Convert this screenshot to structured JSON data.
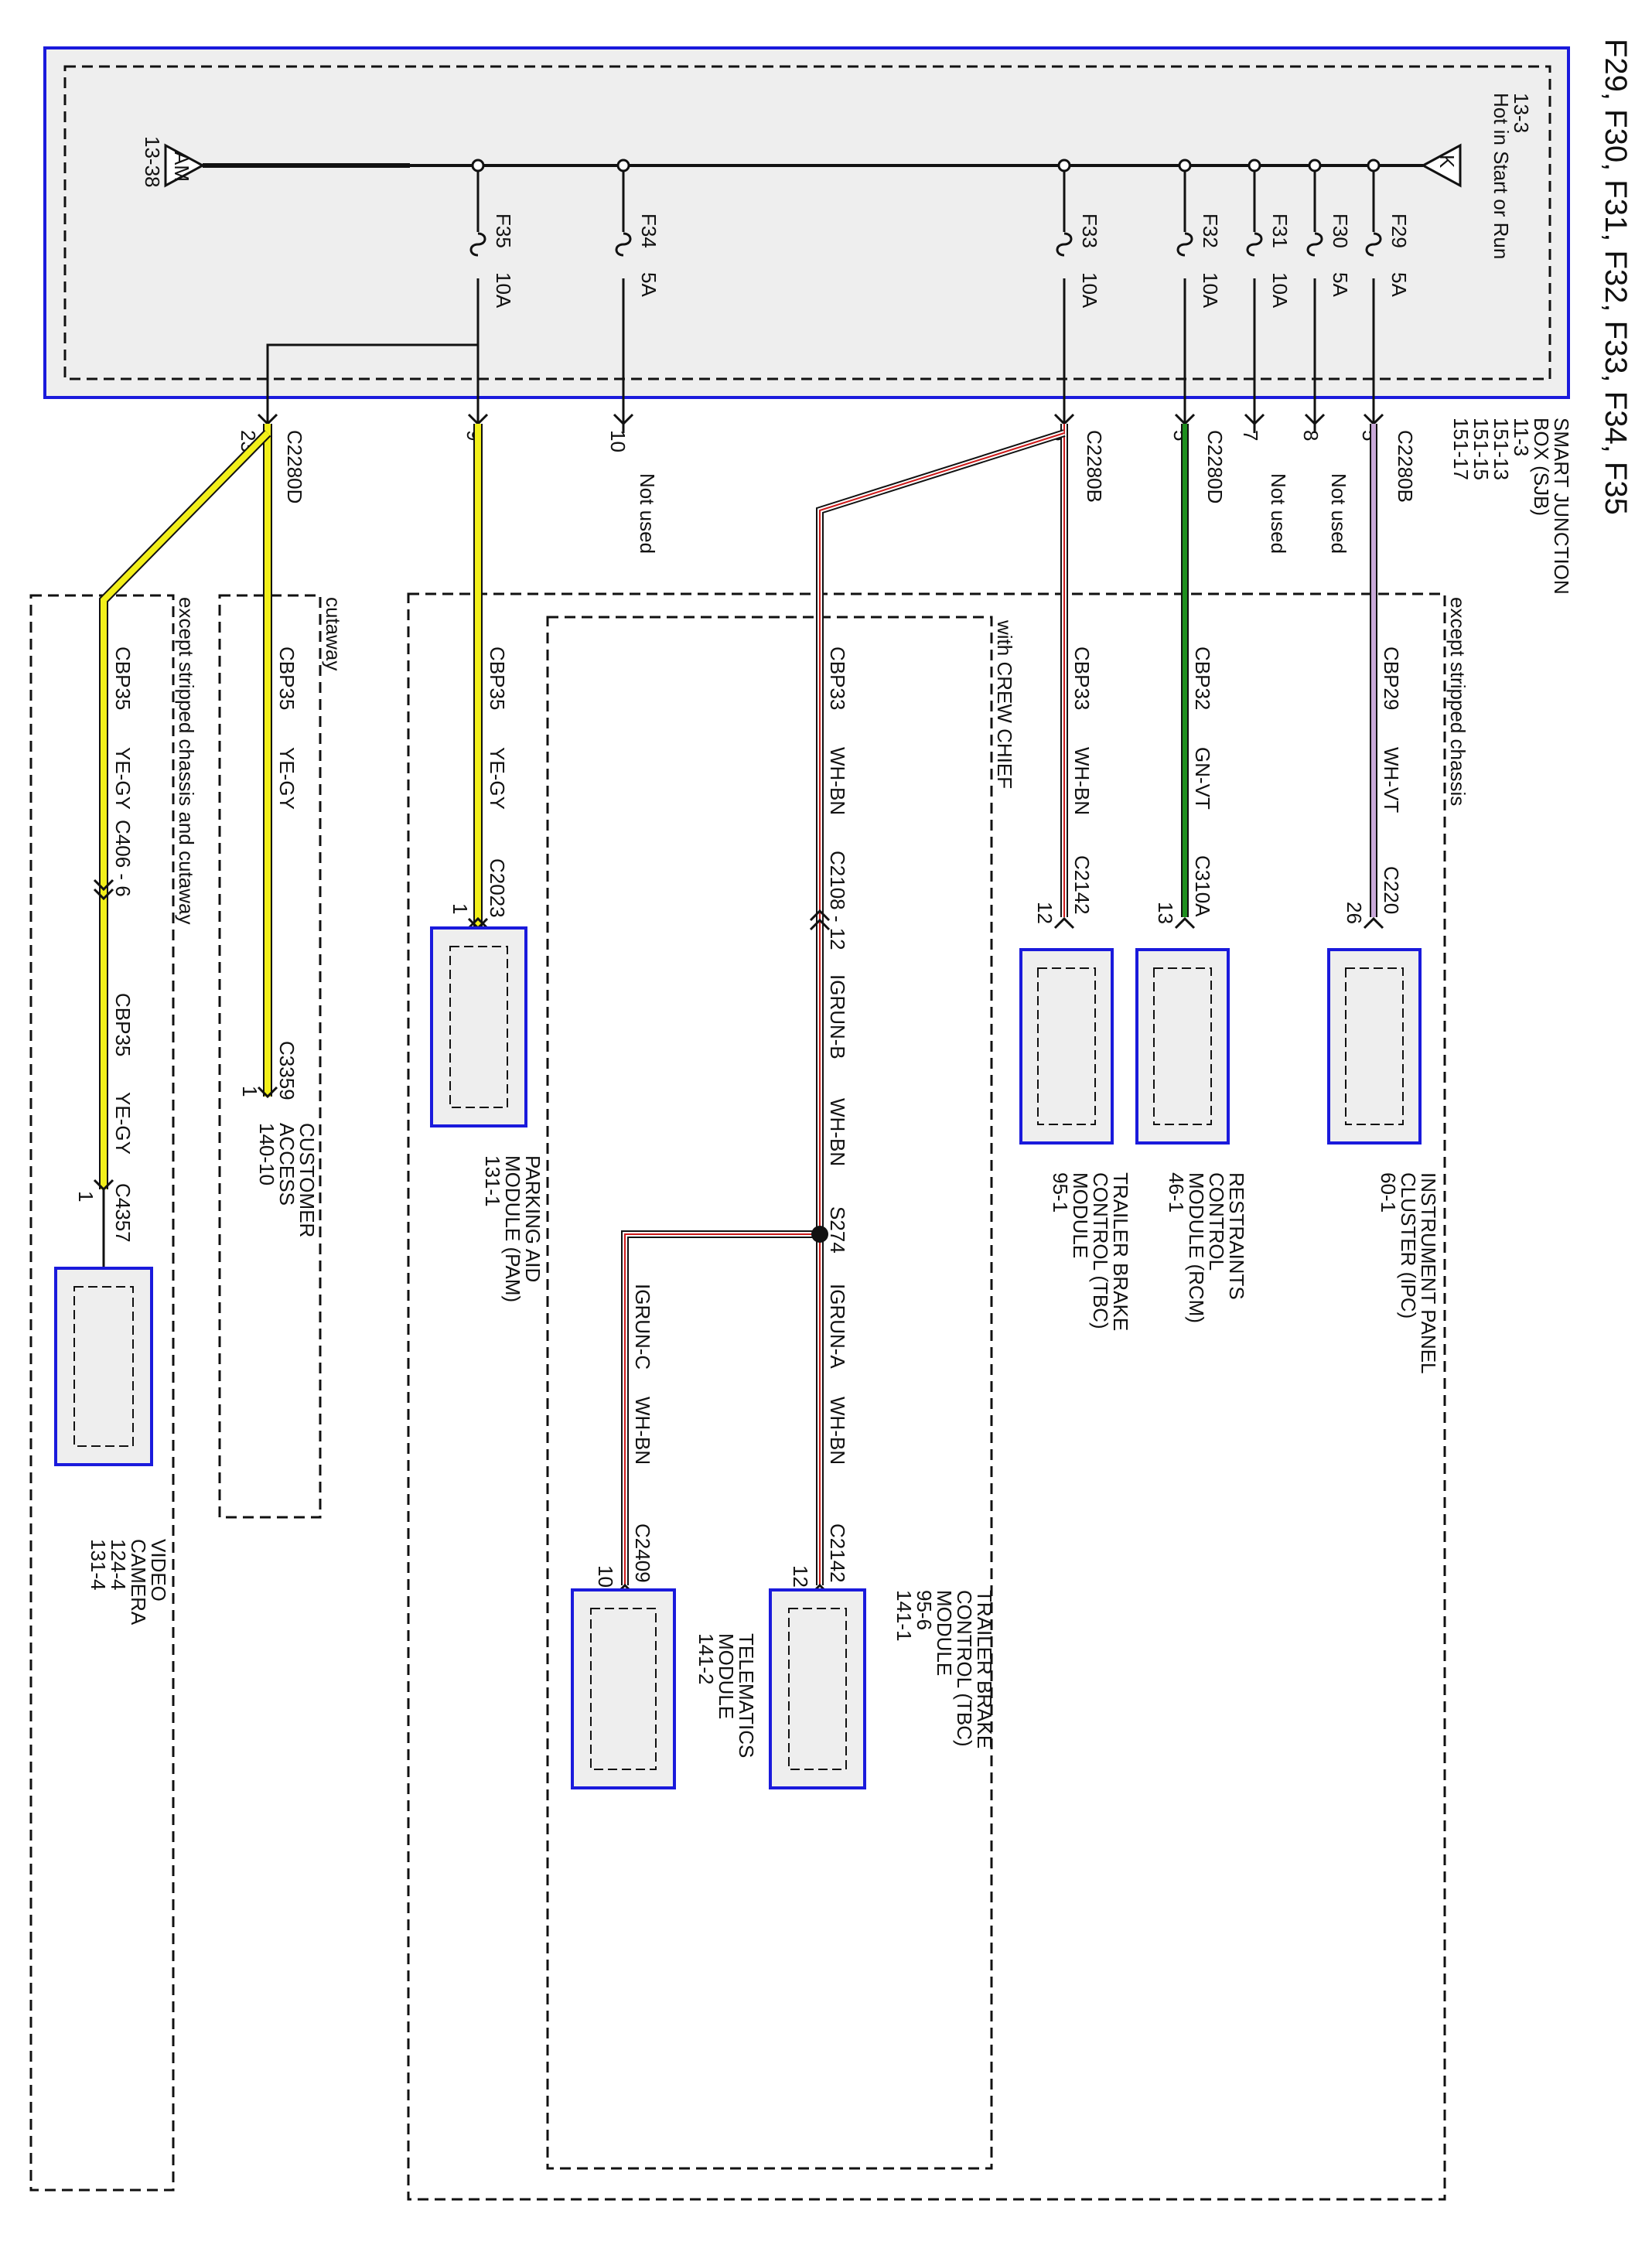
{
  "title": "F29, F30, F31, F32, F33, F34, F35",
  "sjb": {
    "name_lines": [
      "SMART JUNCTION",
      "BOX (SJB)",
      "11-3",
      "151-13",
      "151-15",
      "151-17"
    ],
    "hot_label": "Hot in Start or Run",
    "hot_ref": "13-3",
    "hot_tag": "K",
    "am_tag": "AM",
    "am_ref": "13-38",
    "fuses": [
      {
        "id": "F29",
        "rating": "5A"
      },
      {
        "id": "F30",
        "rating": "5A"
      },
      {
        "id": "F31",
        "rating": "10A"
      },
      {
        "id": "F32",
        "rating": "10A"
      },
      {
        "id": "F33",
        "rating": "10A"
      },
      {
        "id": "F34",
        "rating": "5A"
      },
      {
        "id": "F35",
        "rating": "10A"
      }
    ]
  },
  "pins": {
    "f29": {
      "pin": "5",
      "conn": "C2280B"
    },
    "f30": {
      "pin": "8",
      "text": "Not used"
    },
    "f31": {
      "pin": "7",
      "text": "Not used"
    },
    "f32": {
      "pin": "5",
      "conn": "C2280D"
    },
    "f33": {
      "pin": "6",
      "conn": "C2280B"
    },
    "f34": {
      "pin": "10",
      "text": "Not used"
    },
    "f35": {
      "pin": "9"
    },
    "c23": {
      "pin": "23",
      "conn": "C2280D"
    }
  },
  "wires": {
    "ipc": {
      "circuit": "CBP29",
      "color": "WH-VT",
      "conn": "C220",
      "pin": "26"
    },
    "rcm": {
      "circuit": "CBP32",
      "color": "GN-VT",
      "conn": "C310A",
      "pin": "13"
    },
    "tbc1": {
      "circuit": "CBP33",
      "color": "WH-BN",
      "conn": "C2142",
      "pin": "12"
    },
    "crew": {
      "circuit": "CBP33",
      "color": "WH-BN",
      "conn": "C2108 - 12"
    },
    "igrunb": {
      "circuit": "IGRUN-B",
      "color": "WH-BN"
    },
    "splice": "S274",
    "igruna": {
      "circuit": "IGRUN-A",
      "color": "WH-BN",
      "conn": "C2142",
      "pin": "12"
    },
    "igrunc": {
      "circuit": "IGRUN-C",
      "color": "WH-BN",
      "conn": "C2409",
      "pin": "10"
    },
    "pam": {
      "circuit": "CBP35",
      "color": "YE-GY",
      "conn": "C2023",
      "pin": "1"
    },
    "cust": {
      "circuit": "CBP35",
      "color": "YE-GY",
      "conn": "C3359",
      "pin": "1"
    },
    "cam1": {
      "circuit": "CBP35",
      "color": "YE-GY",
      "conn": "C406 - 6"
    },
    "cam2": {
      "circuit": "CBP35",
      "color": "YE-GY",
      "conn": "C4357",
      "pin": "1"
    }
  },
  "regions": {
    "except_stripped": "except stripped chassis",
    "crew_chief": "with CREW CHIEF",
    "cutaway": "cutaway",
    "except_stripped_cutaway": "except stripped chassis and cutaway"
  },
  "modules": {
    "ipc": [
      "INSTRUMENT PANEL",
      "CLUSTER (IPC)",
      "60-1"
    ],
    "rcm": [
      "RESTRAINTS",
      "CONTROL",
      "MODULE (RCM)",
      "46-1"
    ],
    "tbc1": [
      "TRAILER BRAKE",
      "CONTROL (TBC)",
      "MODULE",
      "95-1"
    ],
    "pam": [
      "PARKING AID",
      "MODULE (PAM)",
      "131-1"
    ],
    "cust": [
      "CUSTOMER",
      "ACCESS",
      "140-10"
    ],
    "cam": [
      "VIDEO",
      "CAMERA",
      "124-4",
      "131-4"
    ],
    "tbc2": [
      "TRAILER BRAKE",
      "CONTROL (TBC)",
      "MODULE",
      "95-6",
      "141-1"
    ],
    "tele": [
      "TELEMATICS",
      "MODULE",
      "141-2"
    ]
  },
  "colors": {
    "frame_blue": "#1a1adc",
    "box_fill": "#eeeeee",
    "wire_yellow": "#f2ef1a",
    "wire_green": "#1f8f1f",
    "wire_red": "#cc1a1a",
    "wire_violet": "#c9a9d9"
  }
}
